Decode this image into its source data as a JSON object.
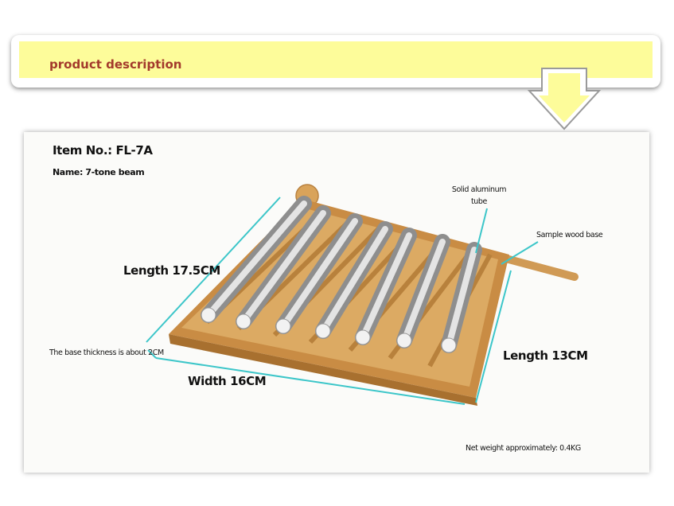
{
  "header": {
    "title": "product description"
  },
  "product": {
    "item_no": "Item No.: FL-7A",
    "name": "Name: 7-tone beam"
  },
  "callouts": {
    "length_long": "Length 17.5CM",
    "length_short": "Length 13CM",
    "width": "Width 16CM",
    "thickness": "The base thickness is about 2CM",
    "tube_line1": "Solid aluminum",
    "tube_line2": "tube",
    "base": "Sample wood base",
    "weight": "Net weight approximately: 0.4KG"
  },
  "colors": {
    "banner_fill": "#fdfc9a",
    "title_text": "#a33a2c",
    "dimension_line": "#3cc6c9",
    "wood": "#d9a35a",
    "metal": "#c9c9c9"
  }
}
